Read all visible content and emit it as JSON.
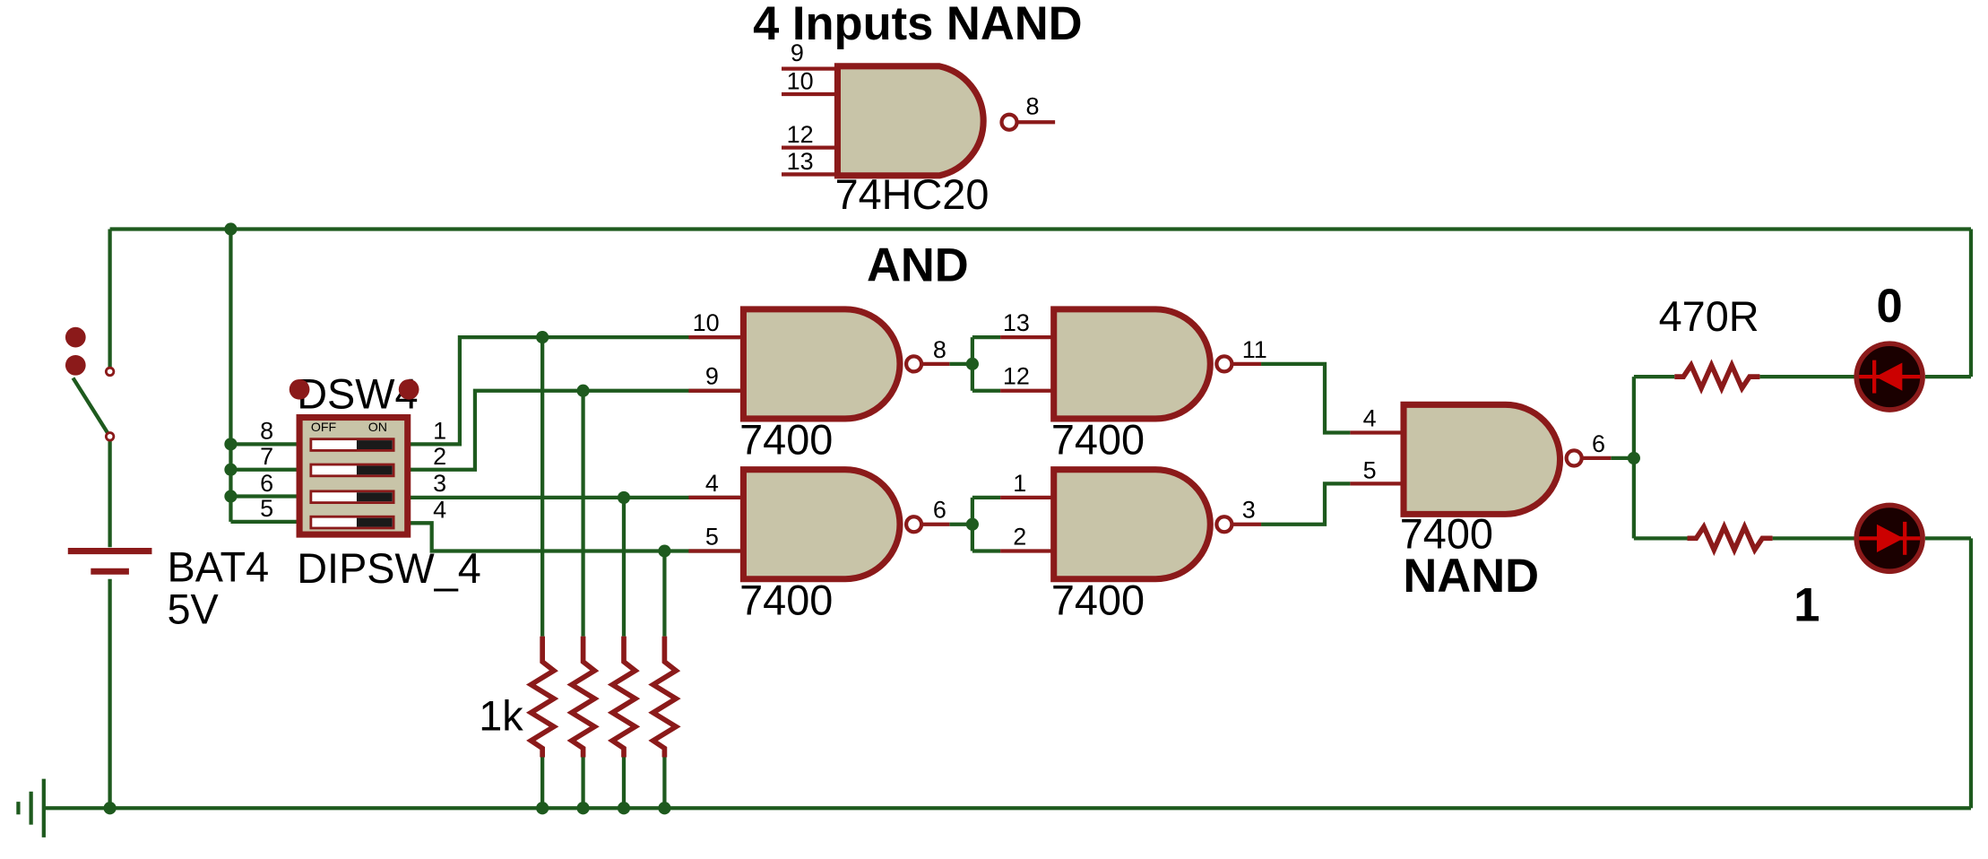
{
  "title": "4 Inputs NAND",
  "ic_74hc20": {
    "part": "74HC20",
    "pins": [
      "9",
      "10",
      "12",
      "13"
    ],
    "out_pin": "8"
  },
  "labels": {
    "and": "AND",
    "nand": "NAND",
    "out0": "0",
    "out1": "1",
    "r_led": "470R",
    "r_pull": "1k",
    "battery": "BAT4",
    "battery_value": "5V"
  },
  "dipswitch": {
    "ref": "DSW4",
    "part": "DIPSW_4",
    "off": "OFF",
    "on": "ON",
    "left_pins": [
      "8",
      "7",
      "6",
      "5"
    ],
    "right_pins": [
      "1",
      "2",
      "3",
      "4"
    ]
  },
  "gates": [
    {
      "part": "7400",
      "in1": "10",
      "in2": "9",
      "out": "8"
    },
    {
      "part": "7400",
      "in1": "4",
      "in2": "5",
      "out": "6"
    },
    {
      "part": "7400",
      "in1": "13",
      "in2": "12",
      "out": "11"
    },
    {
      "part": "7400",
      "in1": "1",
      "in2": "2",
      "out": "3"
    },
    {
      "part": "7400",
      "in1": "4",
      "in2": "5",
      "out": "6"
    }
  ]
}
